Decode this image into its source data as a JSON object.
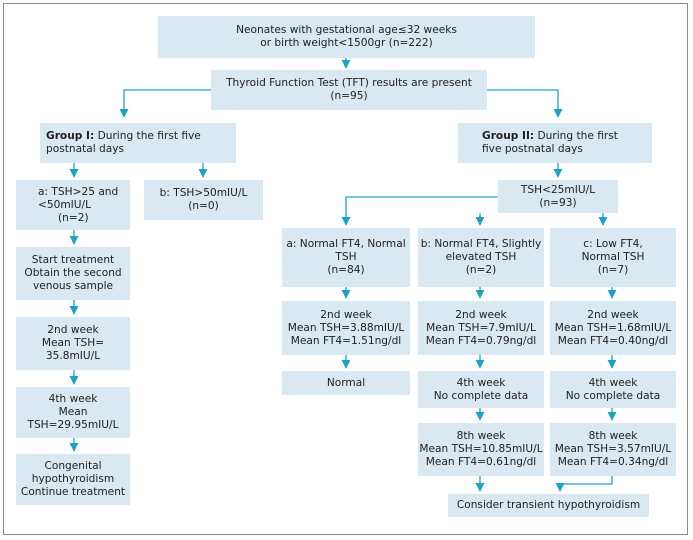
{
  "colors": {
    "box_fill": "#d9e8f1",
    "arrow": "#1aa3c9",
    "frame": "#8a8a8a",
    "text": "#1f1f1f"
  },
  "nodes": {
    "root": {
      "lines": [
        "Neonates with gestational age≤32 weeks",
        "or birth weight<1500gr (n=222)"
      ]
    },
    "tft": {
      "lines": [
        "Thyroid Function Test (TFT) results are present",
        "(n=95)"
      ]
    },
    "group1": {
      "bold": "Group I:",
      "rest": " During the first five postnatal days"
    },
    "group2": {
      "bold": "Group II:",
      "rest": " During the first five postnatal days"
    },
    "g1a": {
      "lines": [
        "a: TSH>25 and",
        "<50mIU/L",
        "(n=2)"
      ]
    },
    "g1b": {
      "lines": [
        "b: TSH>50mIU/L",
        "(n=0)"
      ]
    },
    "g1_treat": {
      "lines": [
        "Start treatment",
        "Obtain the second",
        "venous sample"
      ]
    },
    "g1_week2": {
      "lines": [
        "2nd week",
        "Mean TSH=",
        "35.8mIU/L"
      ]
    },
    "g1_week4": {
      "lines": [
        "4th week",
        "Mean",
        "TSH=29.95mIU/L"
      ]
    },
    "g1_final": {
      "lines": [
        "Congenital",
        "hypothyroidism",
        "Continue treatment"
      ]
    },
    "tsh25": {
      "lines": [
        "TSH<25mIU/L",
        "(n=93)"
      ]
    },
    "g2a": {
      "lines": [
        "a: Normal FT4, Normal",
        "TSH",
        "(n=84)"
      ]
    },
    "g2b": {
      "lines": [
        "b: Normal FT4, Slightly",
        "elevated TSH",
        "(n=2)"
      ]
    },
    "g2c": {
      "lines": [
        "c: Low FT4,",
        "Normal TSH",
        "(n=7)"
      ]
    },
    "g2a_week2": {
      "lines": [
        "2nd week",
        "Mean TSH=3.88mIU/L",
        "Mean FT4=1.51ng/dl"
      ]
    },
    "g2b_week2": {
      "lines": [
        "2nd week",
        "Mean TSH=7.9mIU/L",
        "Mean FT4=0.79ng/dl"
      ]
    },
    "g2c_week2": {
      "lines": [
        "2nd week",
        "Mean TSH=1.68mIU/L",
        "Mean FT4=0.40ng/dl"
      ]
    },
    "g2a_normal": {
      "lines": [
        "Normal"
      ]
    },
    "g2b_week4": {
      "lines": [
        "4th week",
        "No complete data"
      ]
    },
    "g2c_week4": {
      "lines": [
        "4th week",
        "No complete data"
      ]
    },
    "g2b_week8": {
      "lines": [
        "8th week",
        "Mean TSH=10.85mIU/L",
        "Mean FT4=0.61ng/dl"
      ]
    },
    "g2c_week8": {
      "lines": [
        "8th week",
        "Mean TSH=3.57mIU/L",
        "Mean FT4=0.34ng/dl"
      ]
    },
    "transient": {
      "lines": [
        "Consider transient hypothyroidism"
      ]
    }
  }
}
